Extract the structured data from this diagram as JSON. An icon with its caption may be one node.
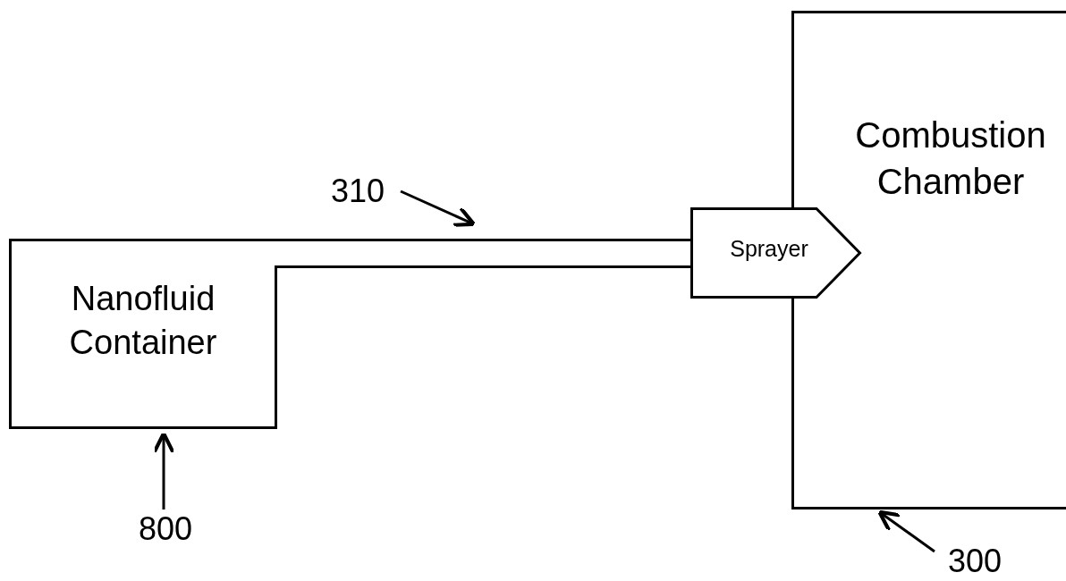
{
  "diagram": {
    "nodes": [
      {
        "text": [
          "Nanofluid Container"
        ]
      },
      {
        "text": [],
        "shape": "bar"
      },
      {
        "text": [
          "Sprayer"
        ]
      },
      {
        "text": [
          "Combustion Chamber"
        ]
      },
      {
        "text": [
          "310"
        ]
      },
      {
        "text": [
          "800"
        ]
      },
      {
        "text": [
          "300"
        ]
      }
    ],
    "edges": [
      {
        "from": 4,
        "to": 1,
        "arrow": "to"
      },
      {
        "from": 5,
        "to": 0,
        "arrow": "to"
      },
      {
        "from": 6,
        "to": 3,
        "arrow": "to"
      }
    ]
  }
}
